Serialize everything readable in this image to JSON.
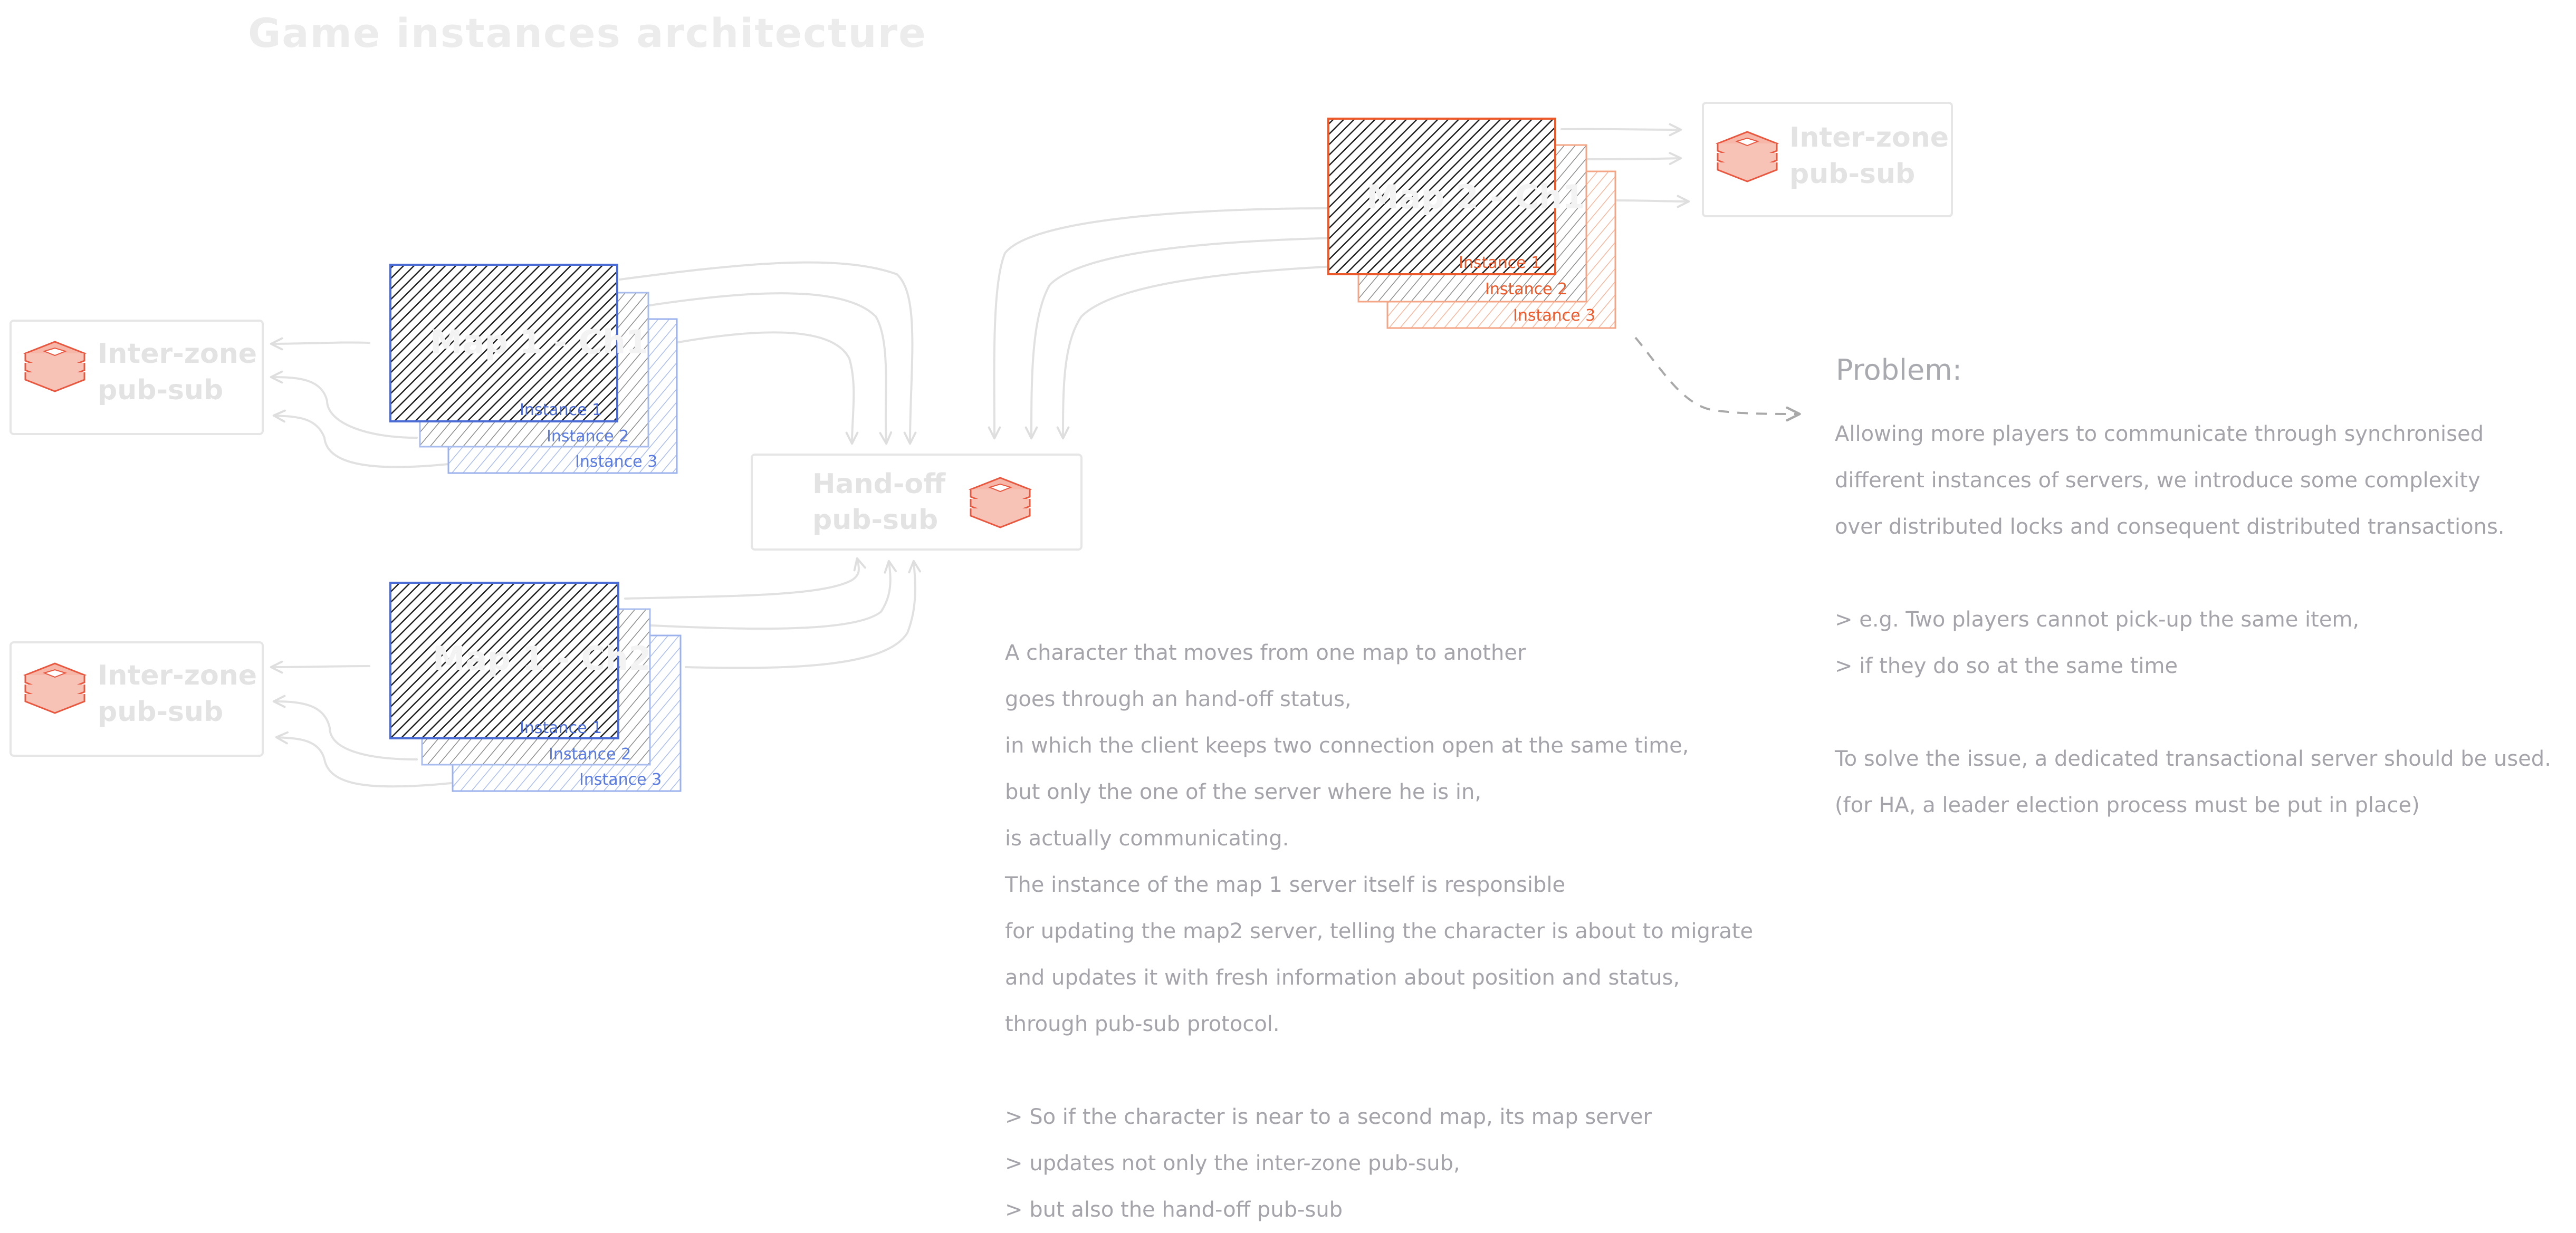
{
  "title": "Game instances architecture",
  "colors": {
    "blue": "#4a6cd4",
    "blue_light": "#9bb2ec",
    "orange": "#ec5a2c",
    "orange_light": "#f4a585",
    "hatch_dark": "#222222",
    "pubsub_box": "#e6e6e6",
    "redis_icon": "#e9573f",
    "arrow": "#e1e1e1",
    "arrow_dashed": "#a9a9a9",
    "text": "#a4a4aa"
  },
  "zones": [
    {
      "label": "Map 1 - Ch1",
      "accent": "blue",
      "instances": [
        "Instance 1",
        "Instance 2",
        "Instance 3"
      ]
    },
    {
      "label": "Map 1 - Ch2",
      "accent": "blue",
      "instances": [
        "Instance 1",
        "Instance 2",
        "Instance 3"
      ]
    },
    {
      "label": "Map 2 - Ch1",
      "accent": "orange",
      "instances": [
        "Instance 1",
        "Instance 2",
        "Instance 3"
      ]
    }
  ],
  "pubsubs": {
    "inter_zone_1": {
      "line1": "Inter-zone",
      "line2": "pub-sub",
      "icon": "redis-icon"
    },
    "inter_zone_2": {
      "line1": "Inter-zone",
      "line2": "pub-sub",
      "icon": "redis-icon"
    },
    "inter_zone_3": {
      "line1": "Inter-zone",
      "line2": "pub-sub",
      "icon": "redis-icon"
    },
    "hand_off": {
      "line1": "Hand-off",
      "line2": "pub-sub",
      "icon": "redis-icon"
    }
  },
  "problem": {
    "heading": "Problem:",
    "lines": [
      "Allowing more players to communicate through synchronised",
      "different instances of servers, we introduce some complexity",
      "over distributed locks and consequent distributed transactions.",
      "",
      "> e.g. Two players cannot pick-up the same item,",
      "> if they do so at the same time",
      "",
      "To solve the issue, a dedicated transactional server should be used.",
      "(for HA, a leader election process must be put in place)"
    ]
  },
  "handoff_note": {
    "lines": [
      "A character that moves from one map to another",
      "goes through an hand-off status,",
      "in which the client keeps two connection open at the same time,",
      "but only the one of the server where he is in,",
      "is actually communicating.",
      "The instance of the map 1 server itself is responsible",
      "for updating the map2 server, telling the character is about to migrate",
      "and updates it with fresh information about position and status,",
      "through pub-sub protocol.",
      "",
      "> So if the character is near to a second map, its map server",
      "> updates not only the inter-zone pub-sub,",
      "> but also the hand-off pub-sub"
    ]
  }
}
